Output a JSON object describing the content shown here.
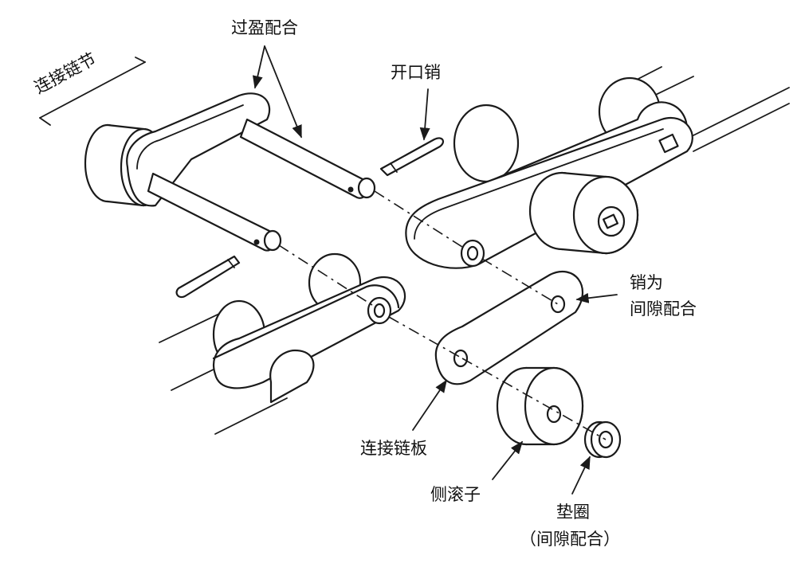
{
  "labels": {
    "connecting_link": "连接链节",
    "interference_fit": "过盈配合",
    "cotter_pin": "开口销",
    "pin_clearance_line1": "销为",
    "pin_clearance_line2": "间隙配合",
    "connecting_plate": "连接链板",
    "side_roller": "侧滚子",
    "washer": "垫圈",
    "washer_note": "（间隙配合）"
  },
  "colors": {
    "ink": "#1a1a1a",
    "background": "#ffffff"
  }
}
